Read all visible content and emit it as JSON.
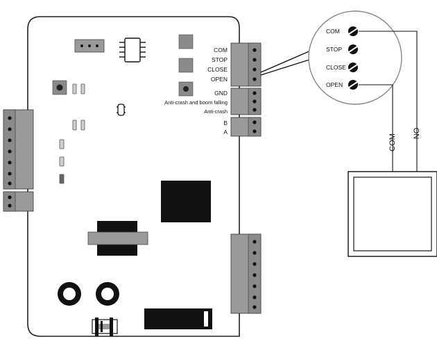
{
  "board_labels": {
    "com": "COM",
    "stop": "STOP",
    "close": "CLOSE",
    "open": "OPEN",
    "gnd": "GND",
    "anti_crash_boom": "Anti-crash and boom falling",
    "anti_crash": "Anti-crash",
    "b": "B",
    "a": "A"
  },
  "zoom_labels": {
    "com": "COM",
    "stop": "STOP",
    "close": "CLOSE",
    "open": "OPEN"
  },
  "wire_labels": {
    "com": "COM",
    "no": "NO"
  },
  "colors": {
    "terminal_block": "#9a9a9a",
    "chip": "#111111",
    "outline": "#222222"
  }
}
